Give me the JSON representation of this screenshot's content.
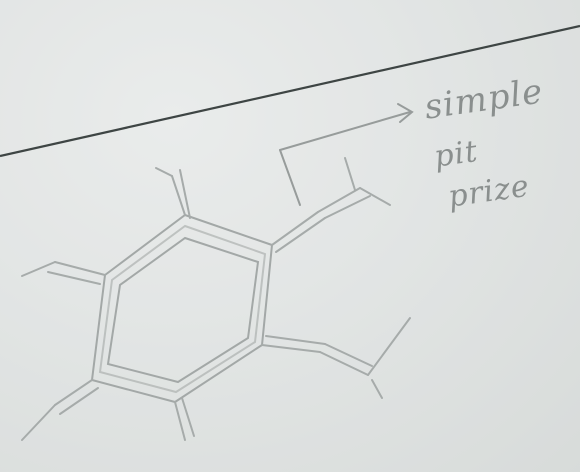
{
  "annotation": {
    "line1": "simple",
    "line2": "pit",
    "line3": "prize"
  },
  "colors": {
    "paper": "#e4e7e6",
    "pencil": "#a3a8a7",
    "ruled_line": "#3e4544"
  }
}
